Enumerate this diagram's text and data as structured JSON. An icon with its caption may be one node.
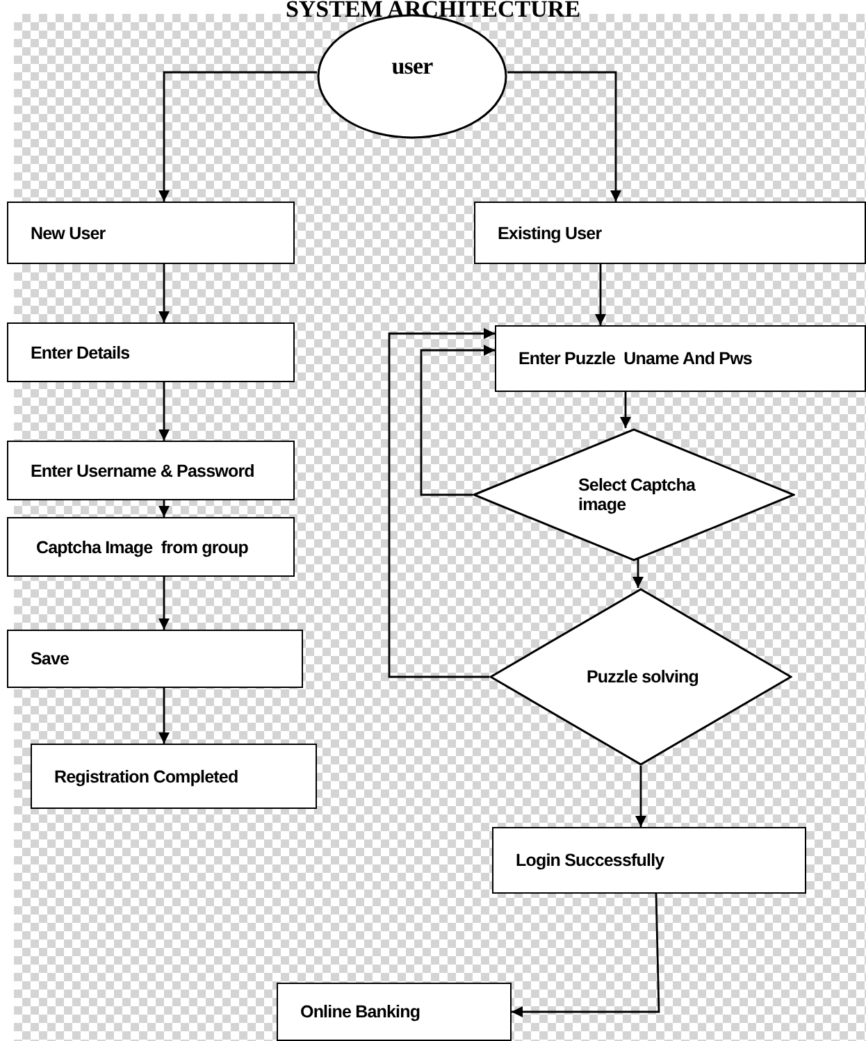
{
  "diagram": {
    "title": "SYSTEM ARCHITECTURE",
    "nodes": [
      {
        "text": [
          "user"
        ]
      },
      {
        "text": [
          "New User"
        ]
      },
      {
        "text": [
          "Enter Details"
        ]
      },
      {
        "text": [
          "Enter Username & Password"
        ]
      },
      {
        "text": [
          "Captcha Image  from group"
        ]
      },
      {
        "text": [
          "Save"
        ]
      },
      {
        "text": [
          "Registration Completed"
        ]
      },
      {
        "text": [
          "Existing User"
        ]
      },
      {
        "text": [
          "Enter Puzzle  Uname And Pws"
        ]
      },
      {
        "text": [
          "Select Captcha image"
        ]
      },
      {
        "text": [
          "Puzzle solving"
        ]
      },
      {
        "text": [
          "Login Successfully"
        ]
      },
      {
        "text": [
          "Online Banking"
        ]
      }
    ],
    "edges": [
      {
        "from": 0,
        "to": 1,
        "arrow": "to"
      },
      {
        "from": 0,
        "to": 7,
        "arrow": "to"
      },
      {
        "from": 1,
        "to": 2,
        "arrow": "to"
      },
      {
        "from": 2,
        "to": 3,
        "arrow": "to"
      },
      {
        "from": 3,
        "to": 4,
        "arrow": "to"
      },
      {
        "from": 4,
        "to": 5,
        "arrow": "to"
      },
      {
        "from": 5,
        "to": 6,
        "arrow": "to"
      },
      {
        "from": 7,
        "to": 8,
        "arrow": "to"
      },
      {
        "from": 8,
        "to": 9,
        "arrow": "to"
      },
      {
        "from": 9,
        "to": 10,
        "arrow": "to"
      },
      {
        "from": 9,
        "to": 8,
        "arrow": "to"
      },
      {
        "from": 10,
        "to": 8,
        "arrow": "to"
      },
      {
        "from": 10,
        "to": 11,
        "arrow": "to"
      },
      {
        "from": 11,
        "to": 12,
        "arrow": "to"
      }
    ]
  }
}
